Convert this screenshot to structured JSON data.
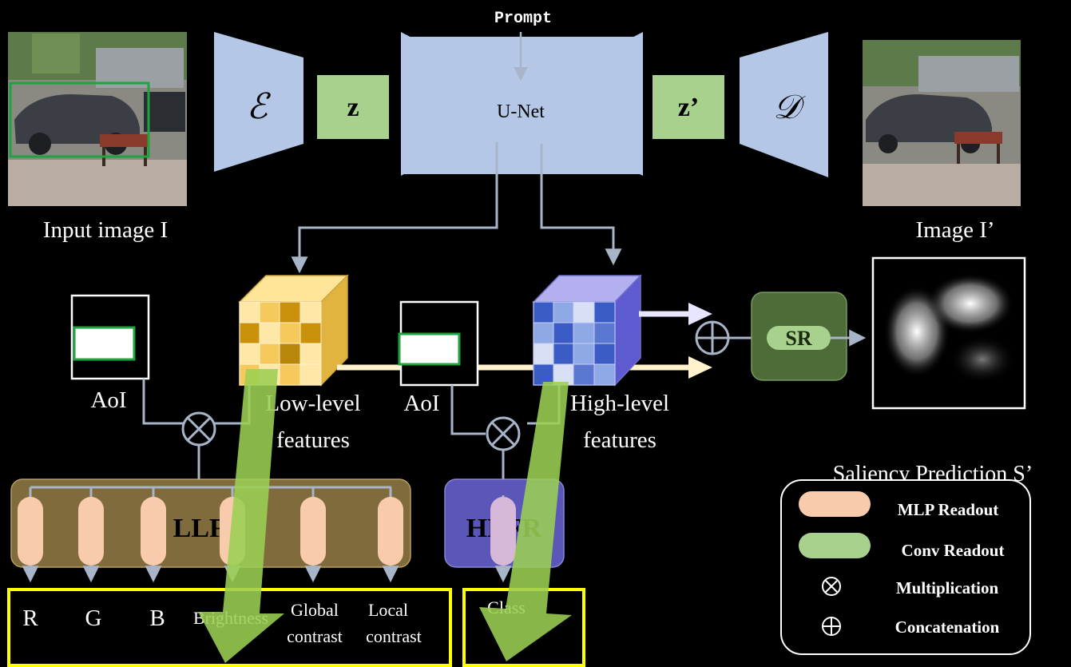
{
  "prompt_label": "Prompt",
  "encoder": {
    "symbol": "ℰ",
    "icon": "trapezoid-encoder"
  },
  "latent_z": "z",
  "unet_label": "U-Net",
  "latent_z_prime": "z’",
  "decoder": {
    "symbol": "𝒟",
    "icon": "trapezoid-decoder"
  },
  "input_image_caption": "Input image I",
  "output_image_caption": "Image I’",
  "aoi_left_label": "AoI",
  "aoi_right_label": "AoI",
  "low_level_label": {
    "line1": "Low-level",
    "line2": "features"
  },
  "high_level_label": {
    "line1": "High-level",
    "line2": "features"
  },
  "sr_label": "SR",
  "saliency_caption": "Saliency Prediction S’",
  "llfr_label": "LLFR",
  "hlfr_label": "HLFR",
  "outputs_low": {
    "r": "R",
    "g": "G",
    "b": "B",
    "brightness": "Brightness",
    "global_contrast": {
      "line1": "Global",
      "line2": "contrast"
    },
    "local_contrast": {
      "line1": "Local",
      "line2": "contrast"
    }
  },
  "output_class": "Class",
  "legend": {
    "mlp": "MLP Readout",
    "conv": "Conv Readout",
    "multiplication": "Multiplication",
    "concatenation": "Concatenation"
  },
  "colors": {
    "background": "#000000",
    "encoder_fill": "#b4c7e7",
    "latent_fill": "#a9d18e",
    "mlp_fill": "#f8cbad",
    "conv_fill": "#a9d18e",
    "llfr_fill": "#7f6b3c",
    "hlfr_fill": "#5b57b8",
    "sr_fill": "#4e6b3a",
    "highlight_yellow": "#ffff00",
    "overlay_green": "#9bcf53"
  }
}
